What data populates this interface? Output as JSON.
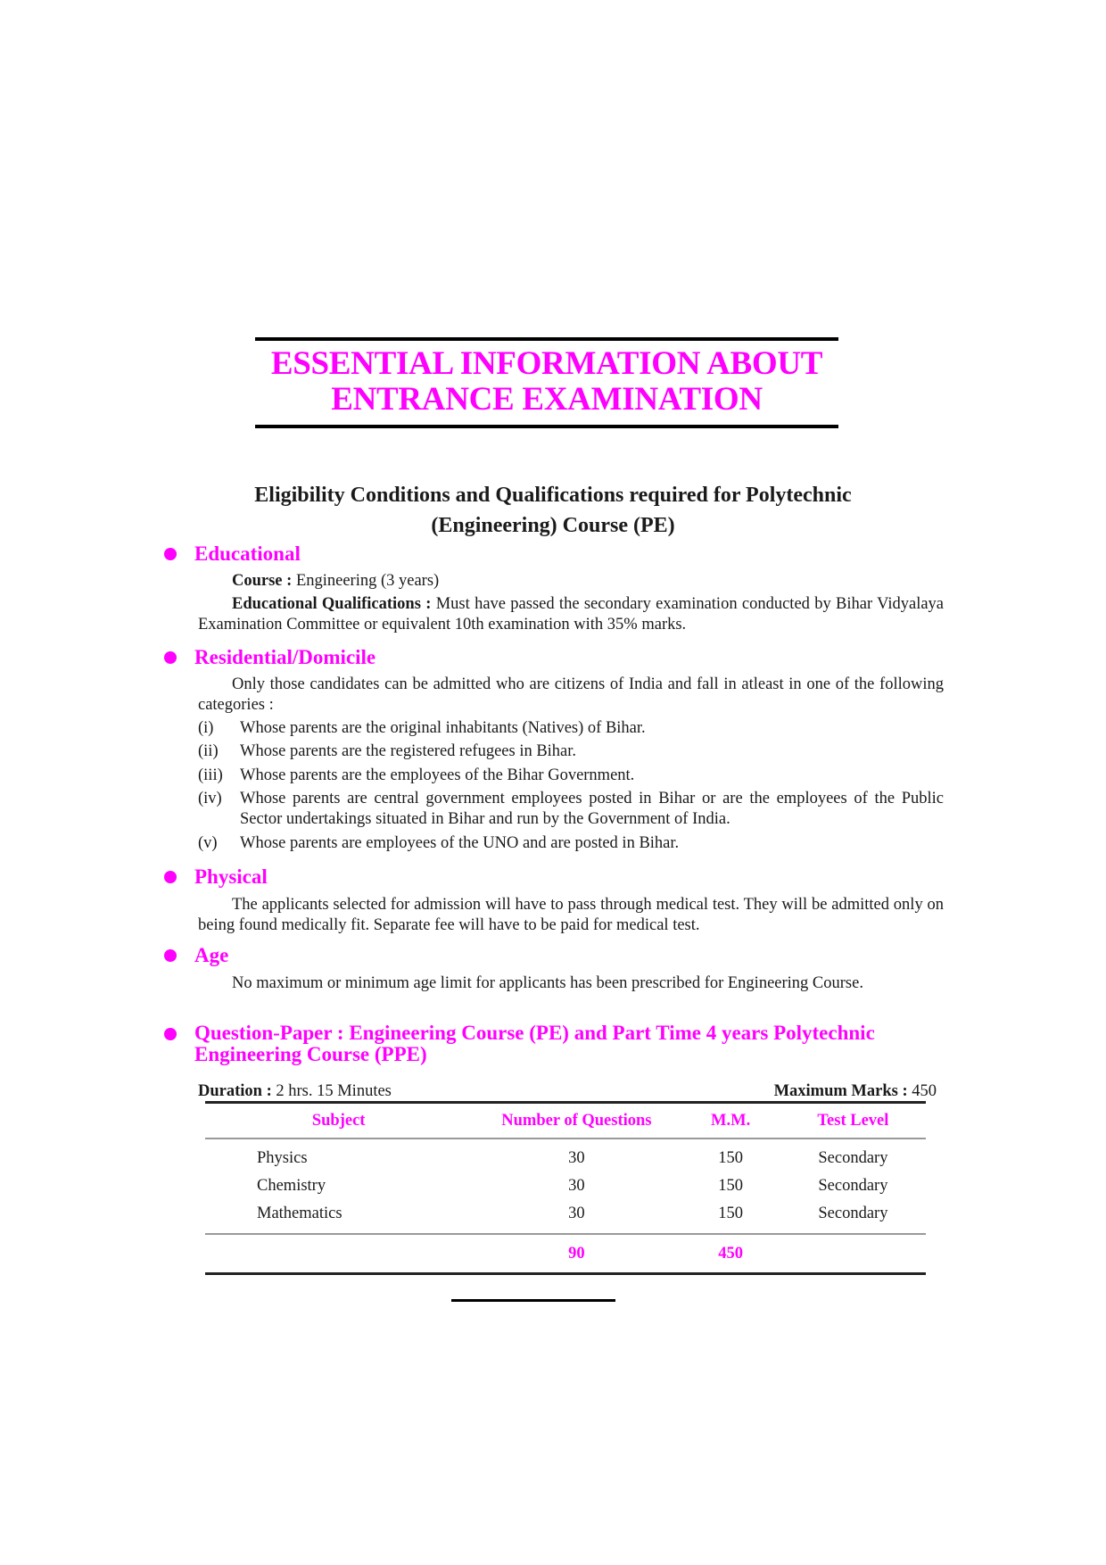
{
  "title": {
    "line1": "ESSENTIAL INFORMATION ABOUT",
    "line2": "ENTRANCE EXAMINATION"
  },
  "subtitle": {
    "line1": "Eligibility Conditions and Qualifications required for Polytechnic",
    "line2": "(Engineering) Course (PE)"
  },
  "sections": {
    "educational": {
      "heading": "Educational",
      "course_label": "Course :",
      "course_value": "Engineering (3 years)",
      "qual_label": "Educational Qualifications :",
      "qual_value": "Must have passed the secondary examination conducted by Bihar Vidyalaya Examination Committee or equivalent 10th examination with 35% marks."
    },
    "residential": {
      "heading": "Residential/Domicile",
      "intro": "Only those candidates can be admitted who are citizens of India and fall in atleast in one of the following categories :",
      "items": [
        {
          "num": "(i)",
          "text": "Whose parents are the original inhabitants (Natives) of Bihar."
        },
        {
          "num": "(ii)",
          "text": "Whose parents are the registered refugees in Bihar."
        },
        {
          "num": "(iii)",
          "text": "Whose parents are the employees of the Bihar Government."
        },
        {
          "num": "(iv)",
          "text": "Whose parents are central government employees posted in Bihar or are the employees of the Public Sector undertakings situated in Bihar and run by the Government of India."
        },
        {
          "num": "(v)",
          "text": "Whose parents are employees of the UNO and are posted in Bihar."
        }
      ]
    },
    "physical": {
      "heading": "Physical",
      "text": "The applicants selected for admission will have to pass through medical test. They will be admitted only on being found medically fit. Separate fee will have to be paid for medical test."
    },
    "age": {
      "heading": "Age",
      "text": "No maximum or minimum age limit for applicants has been prescribed for Engineering Course."
    },
    "question_paper": {
      "heading": "Question-Paper : Engineering Course (PE) and Part Time 4 years Polytechnic Engineering Course (PPE)",
      "duration_label": "Duration :",
      "duration_value": "2 hrs. 15 Minutes",
      "max_marks_label": "Maximum Marks :",
      "max_marks_value": "450",
      "table": {
        "headers": [
          "Subject",
          "Number of Questions",
          "M.M.",
          "Test Level"
        ],
        "rows": [
          [
            "Physics",
            "30",
            "150",
            "Secondary"
          ],
          [
            "Chemistry",
            "30",
            "150",
            "Secondary"
          ],
          [
            "Mathematics",
            "30",
            "150",
            "Secondary"
          ]
        ],
        "total": [
          "",
          "90",
          "450",
          ""
        ]
      }
    }
  },
  "colors": {
    "accent": "#ff00ff",
    "text": "#1a1a1a",
    "rule": "#000000"
  }
}
